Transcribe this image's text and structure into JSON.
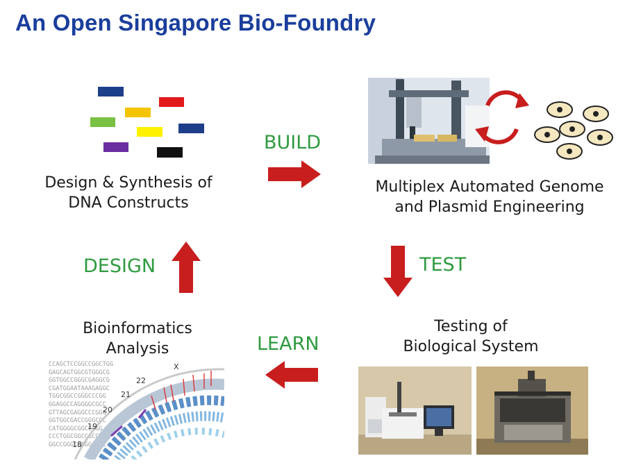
{
  "title": "An Open Singapore Bio-Foundry",
  "steps": {
    "build": "BUILD",
    "test": "TEST",
    "learn": "LEARN",
    "design": "DESIGN"
  },
  "captions": {
    "design_synthesis": [
      "Design & Synthesis of",
      "DNA Constructs"
    ],
    "multiplex": [
      "Multiplex Automated Genome",
      "and Plasmid Engineering"
    ],
    "testing": [
      "Testing of",
      "Biological System"
    ],
    "bioinformatics": [
      "Bioinformatics",
      "Analysis"
    ]
  },
  "colors": {
    "title": "#1a3e9c",
    "step_text": "#2e9a3f",
    "arrow": "#c81e1e",
    "dna_blocks": [
      "#1d3f8a",
      "#e21a1a",
      "#f5c400",
      "#7ac043",
      "#fff200",
      "#1d3f8a",
      "#6a2ea0",
      "#111111"
    ]
  },
  "sequence_lines": [
    "CCAGCTCCGGCCGGCTGG",
    "GAGCAGTGGCGTGGGCG",
    "GGTGGCCGGGCGAGGCG",
    "CGATGGAATAAAGAGGC",
    "TGGCGGCCGGGCCCGG",
    "GGAGGCCAGGGGCGCC",
    "GTTAGCGAGGCCCGGG",
    "GGTGGCGACCGGGCGC",
    "CATGGGGCGGCCGGG",
    "CCCTGGCGGCCGCCGG",
    "GGCCGGGCGAGGCGGC"
  ],
  "chromosome_labels": [
    "X",
    "22",
    "21",
    "20",
    "19",
    "18"
  ]
}
